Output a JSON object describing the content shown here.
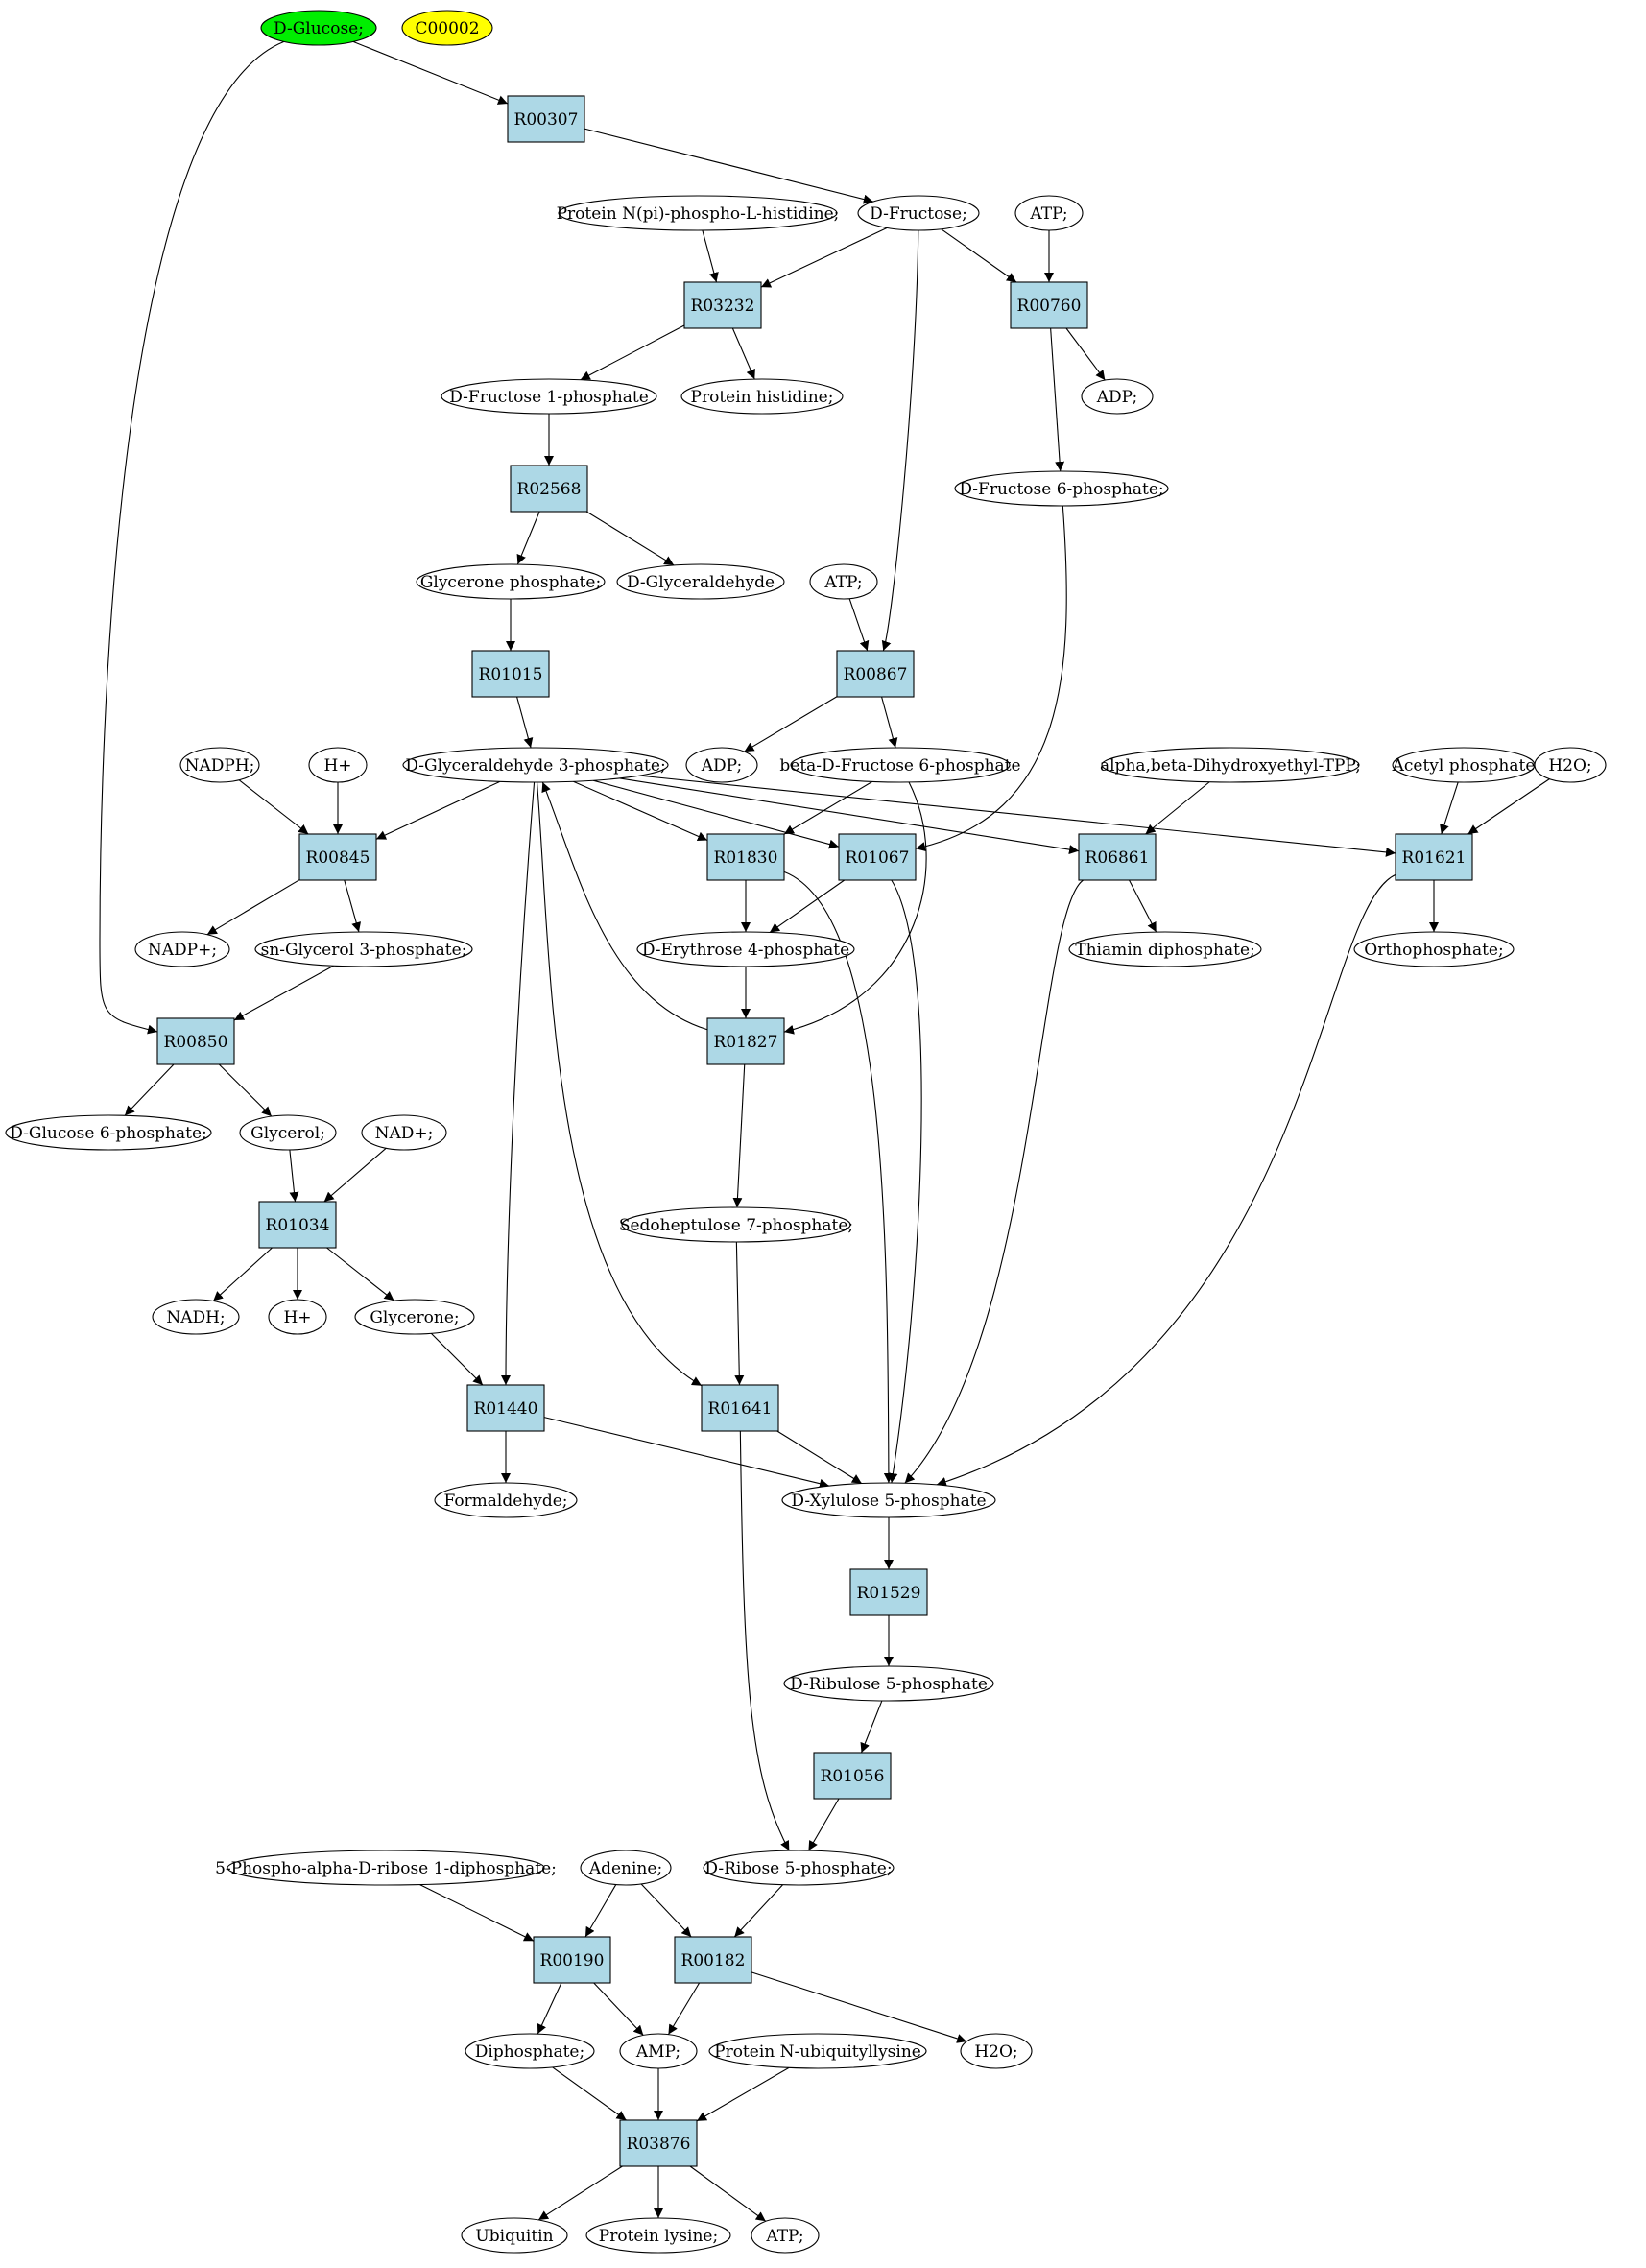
{
  "colors": {
    "reaction_fill": "#add8e6",
    "start_fill": "#00ee00",
    "highlight_fill": "#ffff00",
    "compound_fill": "#ffffff",
    "stroke": "#000000"
  },
  "nodes": {
    "glc": "D-Glucose;",
    "c00002": "C00002",
    "r00307": "R00307",
    "fru": "D-Fructose;",
    "protpi": "Protein N(pi)-phospho-L-histidine;",
    "atp1": "ATP;",
    "r03232": "R03232",
    "r00760": "R00760",
    "f1p": "D-Fructose 1-phosphate",
    "prothis": "Protein histidine;",
    "adp1": "ADP;",
    "r02568": "R02568",
    "f6p": "D-Fructose 6-phosphate;",
    "glyp": "Glycerone phosphate;",
    "dgald": "D-Glyceraldehyde",
    "atp2": "ATP;",
    "r01015": "R01015",
    "r00867": "R00867",
    "g3p": "D-Glyceraldehyde 3-phosphate;",
    "adp2": "ADP;",
    "bf6p": "beta-D-Fructose 6-phosphate",
    "nadph": "NADPH;",
    "hplus1": "H+",
    "abdtpp": "alpha,beta-Dihydroxyethyl-TPP;",
    "acp": "Acetyl phosphate",
    "h2o1": "H2O;",
    "r00845": "R00845",
    "r01830": "R01830",
    "r01067": "R01067",
    "r06861": "R06861",
    "r01621": "R01621",
    "nadp": "NADP+;",
    "sng3p": "sn-Glycerol 3-phosphate;",
    "e4p": "D-Erythrose 4-phosphate",
    "thdp": "Thiamin diphosphate;",
    "orthop": "Orthophosphate;",
    "r00850": "R00850",
    "r01827": "R01827",
    "g6p": "D-Glucose 6-phosphate;",
    "glycerol": "Glycerol;",
    "nad": "NAD+;",
    "r01034": "R01034",
    "s7p": "Sedoheptulose 7-phosphate;",
    "nadh": "NADH;",
    "hplus2": "H+",
    "glycerone": "Glycerone;",
    "r01440": "R01440",
    "r01641": "R01641",
    "formald": "Formaldehyde;",
    "x5p": "D-Xylulose 5-phosphate",
    "r01529": "R01529",
    "ru5p": "D-Ribulose 5-phosphate",
    "r01056": "R01056",
    "prpp": "5-Phospho-alpha-D-ribose 1-diphosphate;",
    "adenine": "Adenine;",
    "r5p": "D-Ribose 5-phosphate;",
    "r00190": "R00190",
    "r00182": "R00182",
    "diphos": "Diphosphate;",
    "amp": "AMP;",
    "protub": "Protein N-ubiquityllysine",
    "h2o2": "H2O;",
    "r03876": "R03876",
    "ubiq": "Ubiquitin",
    "protlys": "Protein lysine;",
    "atp3": "ATP;"
  }
}
